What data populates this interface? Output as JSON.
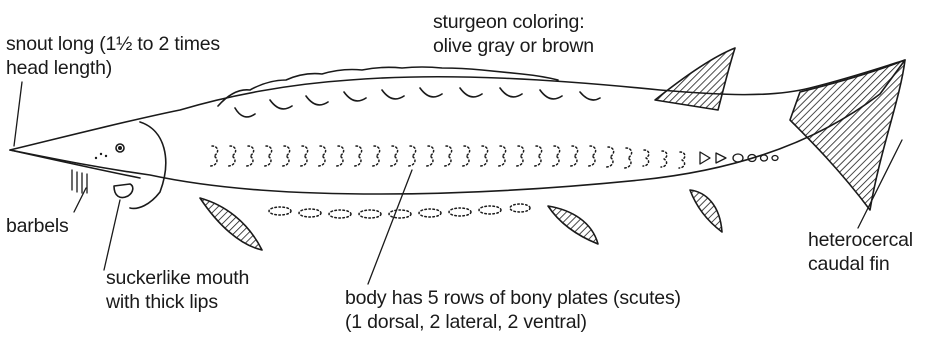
{
  "diagram": {
    "labels": {
      "snout": {
        "line1": "snout long (1½ to 2 times",
        "line2": "head length)"
      },
      "coloring": {
        "line1": "sturgeon coloring:",
        "line2": "olive gray or brown"
      },
      "barbels": "barbels",
      "mouth": {
        "line1": "suckerlike mouth",
        "line2": "with thick lips"
      },
      "scutes": {
        "line1": "body has 5 rows of bony plates (scutes)",
        "line2": "(1 dorsal, 2 lateral, 2 ventral)"
      },
      "caudal": {
        "line1": "heterocercal",
        "line2": "caudal fin"
      }
    },
    "colors": {
      "ink": "#1a1a1a",
      "background": "#ffffff"
    }
  }
}
